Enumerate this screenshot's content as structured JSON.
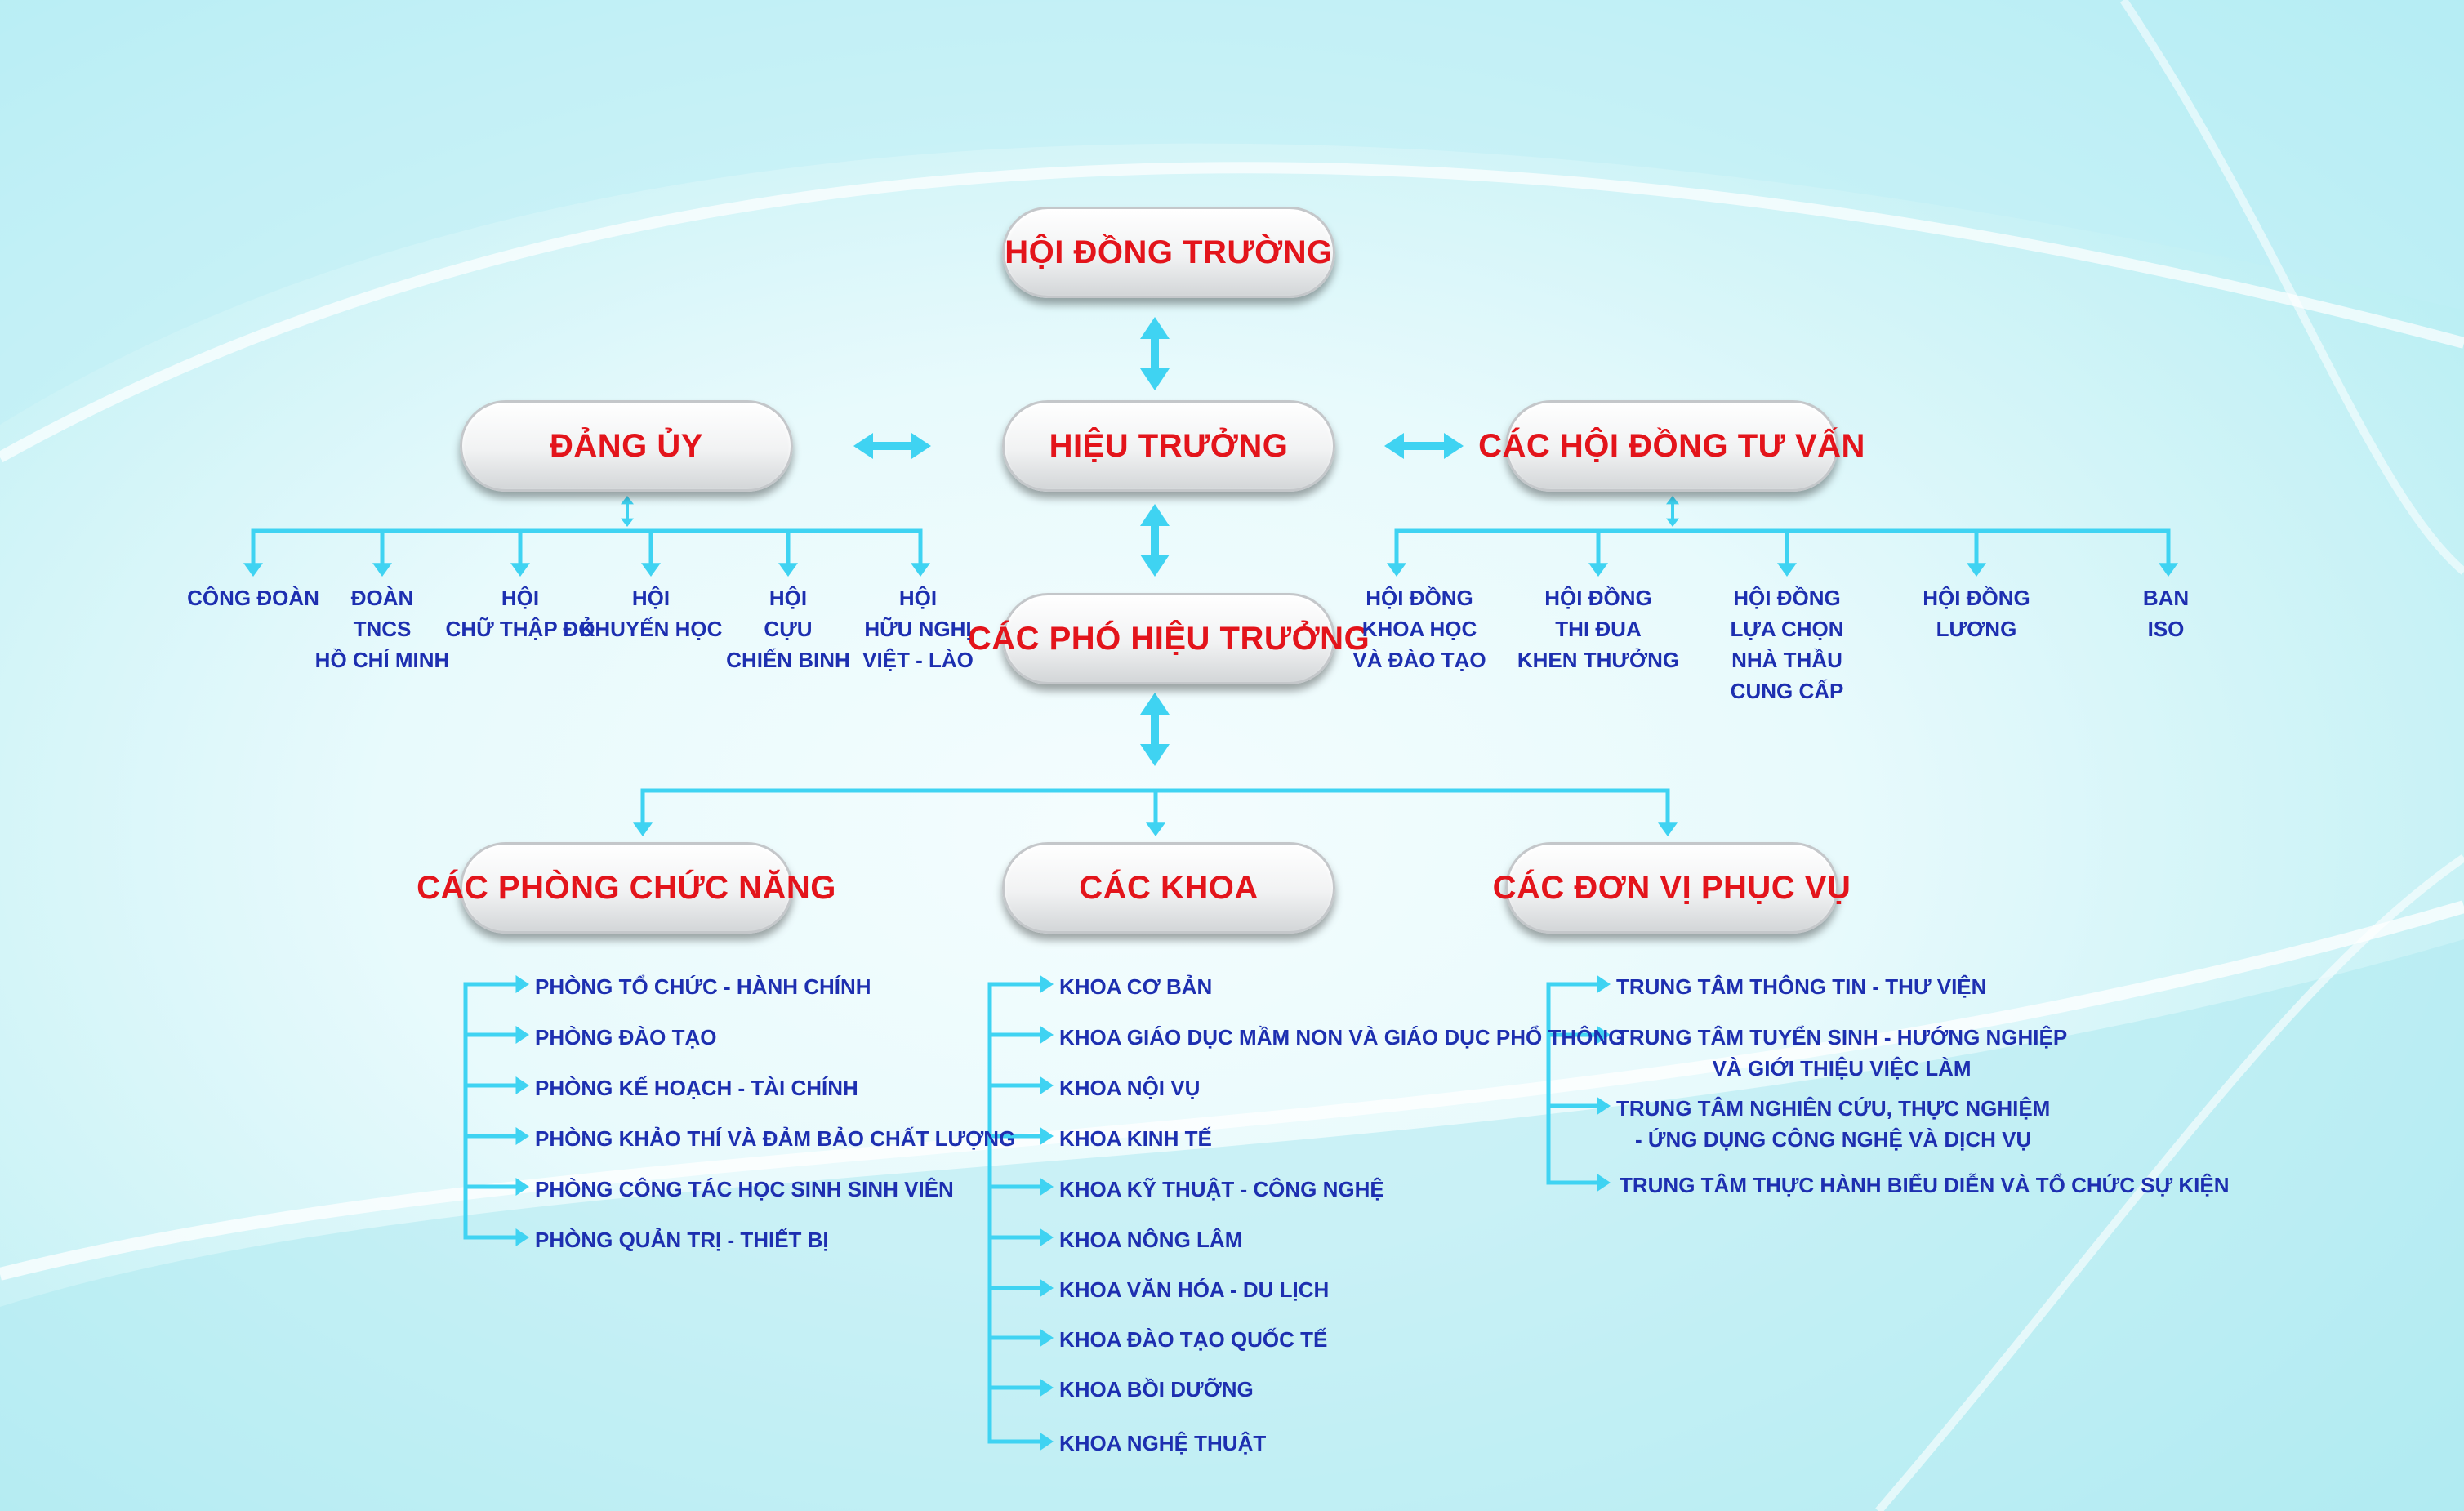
{
  "top": {
    "board": "HỘI ĐỒNG TRƯỜNG",
    "principal": "HIỆU TRƯỞNG",
    "party": "ĐẢNG ỦY",
    "advisory": "CÁC HỘI ĐỒNG TƯ VẤN",
    "vice": "CÁC PHÓ HIỆU TRƯỞNG"
  },
  "party_orgs": [
    {
      "lines": [
        "CÔNG ĐOÀN"
      ]
    },
    {
      "lines": [
        "ĐOÀN",
        "TNCS",
        "HỒ CHÍ MINH"
      ]
    },
    {
      "lines": [
        "HỘI",
        "CHỮ THẬP ĐỎ"
      ]
    },
    {
      "lines": [
        "HỘI",
        "KHUYẾN HỌC"
      ]
    },
    {
      "lines": [
        "HỘI",
        "CỰU",
        "CHIẾN BINH"
      ]
    },
    {
      "lines": [
        "HỘI",
        "HỮU NGHỊ",
        "VIỆT - LÀO"
      ]
    }
  ],
  "councils": [
    {
      "lines": [
        "HỘI ĐỒNG",
        "KHOA HỌC",
        "VÀ ĐÀO TẠO"
      ]
    },
    {
      "lines": [
        "HỘI ĐỒNG",
        "THI ĐUA",
        "KHEN THƯỞNG"
      ]
    },
    {
      "lines": [
        "HỘI ĐỒNG",
        "LỰA CHỌN",
        "NHÀ THẦU",
        "CUNG CẤP"
      ]
    },
    {
      "lines": [
        "HỘI ĐỒNG",
        "LƯƠNG"
      ]
    },
    {
      "lines": [
        "BAN",
        "ISO"
      ]
    }
  ],
  "groups": {
    "offices": "CÁC PHÒNG CHỨC NĂNG",
    "faculties": "CÁC KHOA",
    "services": "CÁC ĐƠN VỊ PHỤC VỤ"
  },
  "offices": [
    "PHÒNG TỔ CHỨC - HÀNH CHÍNH",
    "PHÒNG ĐÀO TẠO",
    "PHÒNG KẾ HOẠCH - TÀI CHÍNH",
    "PHÒNG KHẢO THÍ VÀ ĐẢM BẢO CHẤT LƯỢNG",
    "PHÒNG CÔNG TÁC HỌC SINH SINH VIÊN",
    "PHÒNG QUẢN TRỊ - THIẾT BỊ"
  ],
  "faculties": [
    "KHOA CƠ BẢN",
    "KHOA GIÁO DỤC MẦM NON VÀ GIÁO DỤC PHỔ THÔNG",
    "KHOA NỘI VỤ",
    "KHOA KINH TẾ",
    "KHOA KỸ THUẬT - CÔNG NGHỆ",
    "KHOA NÔNG  LÂM",
    "KHOA VĂN HÓA - DU LỊCH",
    "KHOA ĐÀO TẠO QUỐC TẾ",
    "KHOA BỒI DƯỠNG",
    "KHOA NGHỆ THUẬT"
  ],
  "services": [
    {
      "lines": [
        "TRUNG TÂM THÔNG TIN - THƯ VIỆN"
      ]
    },
    {
      "lines": [
        "TRUNG TÂM TUYỂN SINH - HƯỚNG NGHIỆP",
        "VÀ GIỚI THIỆU VIỆC LÀM"
      ]
    },
    {
      "lines": [
        "TRUNG TÂM NGHIÊN CỨU, THỰC NGHIỆM",
        "- ỨNG DỤNG CÔNG NGHỆ VÀ DỊCH VỤ"
      ]
    },
    {
      "lines": [
        "TRUNG TÂM THỰC HÀNH BIỂU DIỄN VÀ TỔ CHỨC SỰ KIỆN"
      ]
    }
  ],
  "colors": {
    "line": "#3fd3f2",
    "title": "#e3141b",
    "text": "#1d2fb0"
  }
}
